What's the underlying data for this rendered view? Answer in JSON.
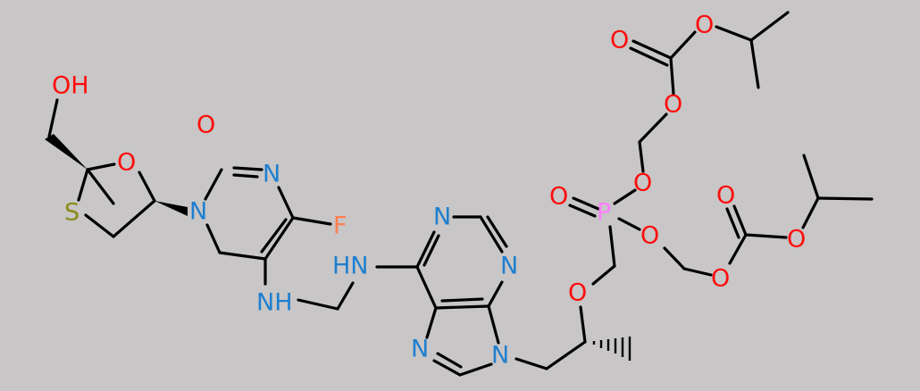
{
  "molecule": {
    "colors": {
      "background": "#c8c6c6",
      "bond": "#000000",
      "oxygen": "#ff0d0d",
      "nitrogen": "#1e7fd0",
      "fluorine": "#ff7f50",
      "sulfur": "#8a8a1a",
      "phosphorus": "#ff80ff"
    },
    "atom_labels": {
      "hydroxyl": "OH",
      "ring_oxygen": "O",
      "sulfur": "S",
      "ring_nitrogen": "N",
      "carbonyl_oxygen": "O",
      "pyrimidine_n3": "N",
      "fluorine": "F",
      "amine_nh_pyrimidine": "NH",
      "amine_hn_purine": "HN",
      "purine_n1": "N",
      "purine_n3": "N",
      "purine_n7": "N",
      "purine_n9": "N",
      "ether_oxygen": "O",
      "phosphorus": "P",
      "phosphoryl_oxygen": "O",
      "phosphonate_oxygen_1": "O",
      "phosphonate_oxygen_2": "O",
      "acyloxy_oxygen_1": "O",
      "carbonate_carbonyl_1": "O",
      "carbonate_ester_1": "O",
      "acyloxy_oxygen_2": "O",
      "carbonate_carbonyl_2": "O",
      "carbonate_ester_2": "O"
    }
  }
}
